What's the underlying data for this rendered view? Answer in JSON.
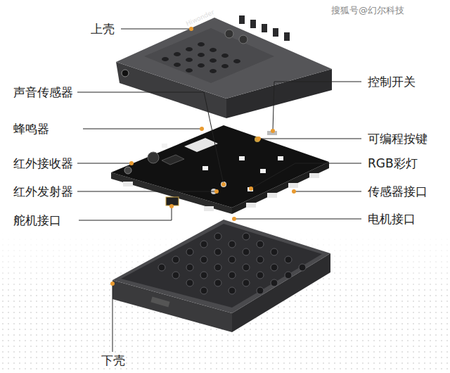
{
  "diagram": {
    "labels": [
      "上壳",
      "Hiwonder",
      "声音传感器",
      "蜂鸣器",
      "红外接收器",
      "红外发射器",
      "舵机接口",
      "下壳",
      "控制开关",
      "可编程按键",
      "RGB彩灯",
      "传感器接口",
      "电机接口",
      "搜狐号@幻尔科技"
    ]
  }
}
